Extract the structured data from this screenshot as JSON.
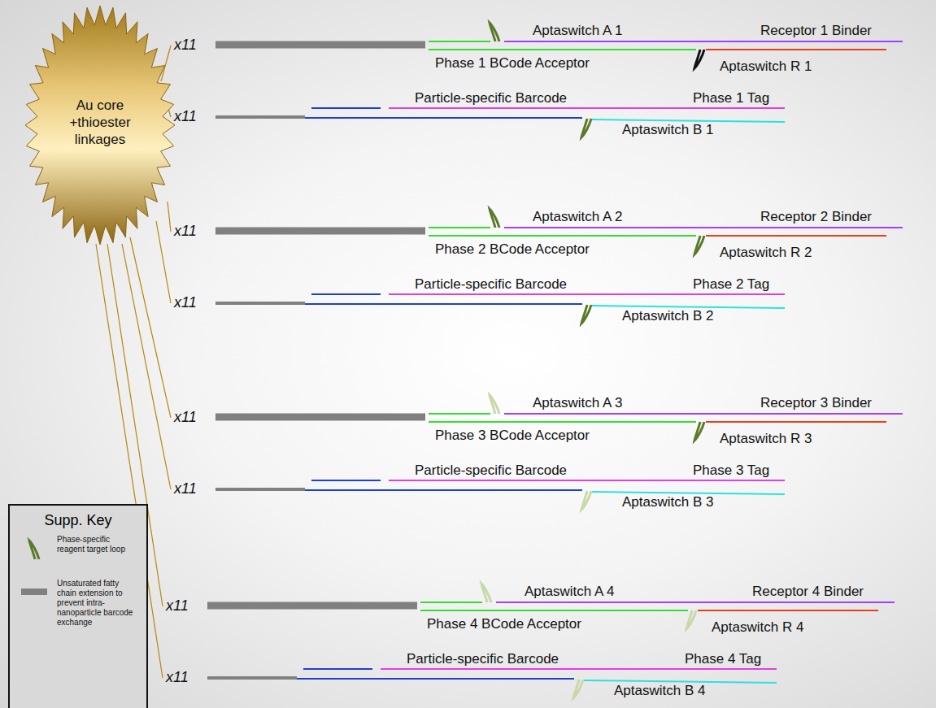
{
  "diagram": {
    "nodes": [
      {
        "text": [
          "Au core +thioester linkages"
        ]
      }
    ],
    "labels": [
      "x11",
      "Aptaswitch A 1",
      "Receptor 1 Binder",
      "Phase 1 BCode Acceptor",
      "Aptaswitch R 1",
      "x11",
      "Particle-specific Barcode",
      "Phase 1 Tag",
      "Aptaswitch B 1",
      "x11",
      "Aptaswitch A 2",
      "Receptor 2 Binder",
      "Phase 2 BCode Acceptor",
      "Aptaswitch R 2",
      "x11",
      "Particle-specific Barcode",
      "Phase 2 Tag",
      "Aptaswitch B 2",
      "x11",
      "Aptaswitch A 3",
      "Receptor 3 Binder",
      "Phase 3 BCode Acceptor",
      "Aptaswitch R 3",
      "x11",
      "Particle-specific Barcode",
      "Phase 3 Tag",
      "Aptaswitch B 3",
      "x11",
      "Aptaswitch A 4",
      "Receptor 4 Binder",
      "Phase 4 BCode Acceptor",
      "Aptaswitch R 4",
      "x11",
      "Particle-specific Barcode",
      "Phase 4 Tag",
      "Aptaswitch B 4",
      "Supp. Key"
    ],
    "legend": [
      {
        "text": "Phase-specific reagent target loop"
      },
      {
        "text": "Unsaturated fatty chain extension to prevent intra-nanoparticle barcode exchange"
      }
    ]
  }
}
